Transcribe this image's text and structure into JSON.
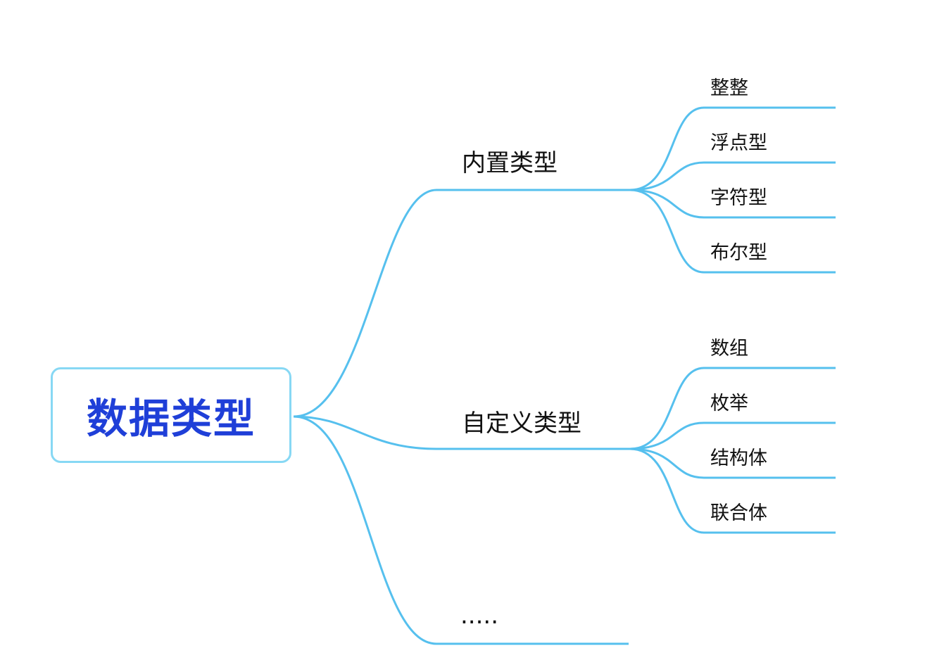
{
  "root": {
    "label": "数据类型"
  },
  "branches": [
    {
      "label": "内置类型",
      "children": [
        "整整",
        "浮点型",
        "字符型",
        "布尔型"
      ]
    },
    {
      "label": "自定义类型",
      "children": [
        "数组",
        "枚举",
        "结构体",
        "联合体"
      ]
    },
    {
      "label": "....."
    }
  ],
  "colors": {
    "line": "#56c0ee",
    "root_border": "#87d8f4",
    "root_text": "#1f3fd8"
  }
}
